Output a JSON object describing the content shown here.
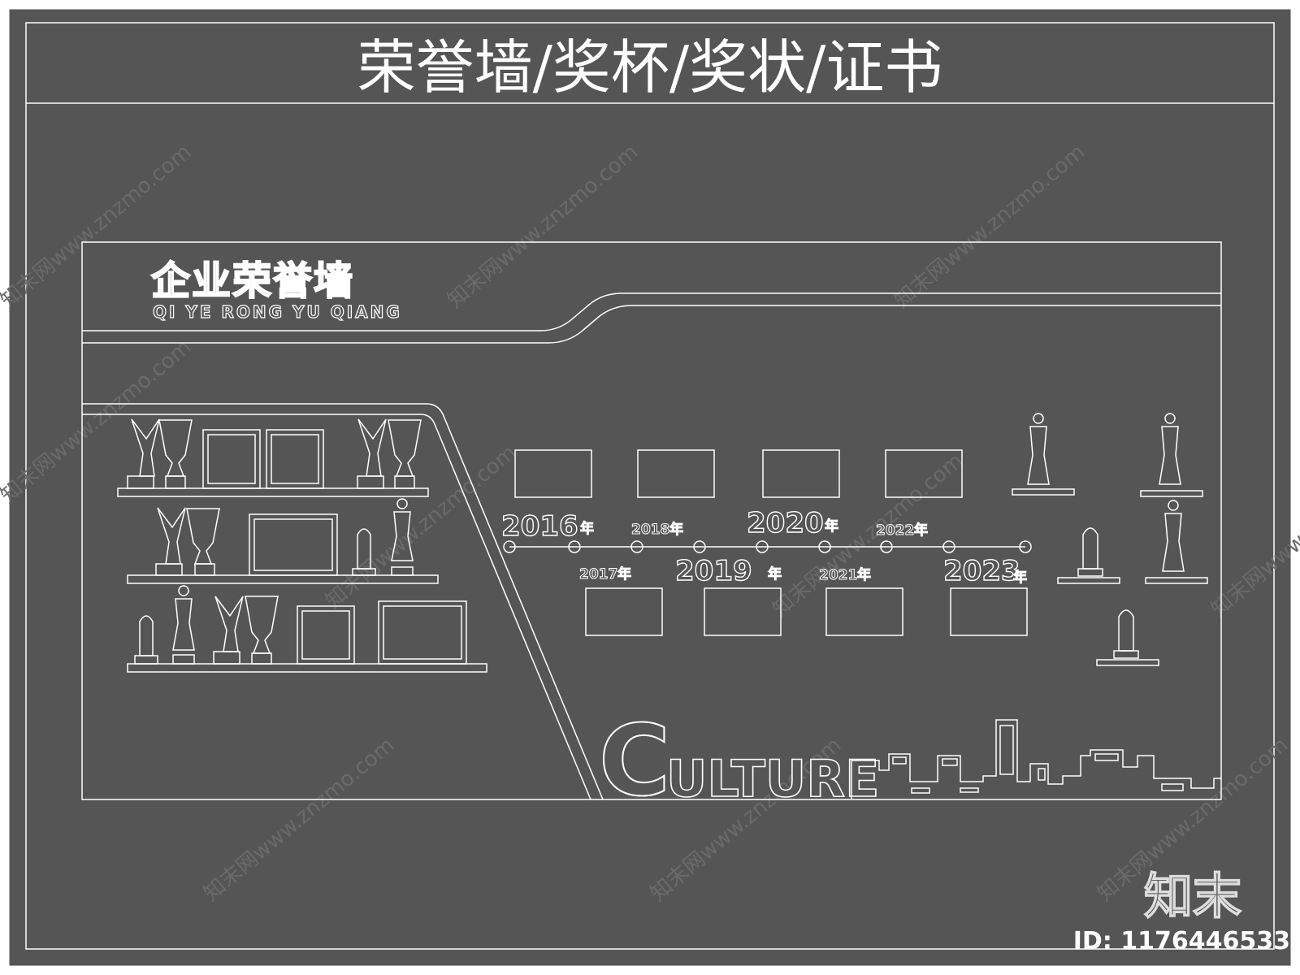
{
  "title": "荣誉墙/奖杯/奖状/证书",
  "heading": {
    "chinese": "企业荣誉墙",
    "pinyin": "QI YE RONG YU QIANG"
  },
  "timeline": {
    "upper": [
      {
        "year": "2016",
        "suffix": "年",
        "size": "big"
      },
      {
        "year": "2018",
        "suffix": "年",
        "size": "small"
      },
      {
        "year": "2020",
        "suffix": "年",
        "size": "big"
      },
      {
        "year": "2022",
        "suffix": "年",
        "size": "small"
      }
    ],
    "lower": [
      {
        "year": "2017",
        "suffix": "年",
        "size": "small"
      },
      {
        "year": "2019",
        "suffix": "年",
        "size": "big"
      },
      {
        "year": "2021",
        "suffix": "年",
        "size": "small"
      },
      {
        "year": "2023",
        "suffix": "年",
        "size": "big"
      }
    ]
  },
  "culture": {
    "initial": "C",
    "rest": "ULTURE"
  },
  "watermark": {
    "text": "知末网www.znzmo.com",
    "brand": "知末",
    "id": "ID: 1176446533"
  },
  "colors": {
    "background": "#555555",
    "frame": "#ffffff",
    "line": "#ffffff",
    "watermark": "#6a6a6a"
  }
}
